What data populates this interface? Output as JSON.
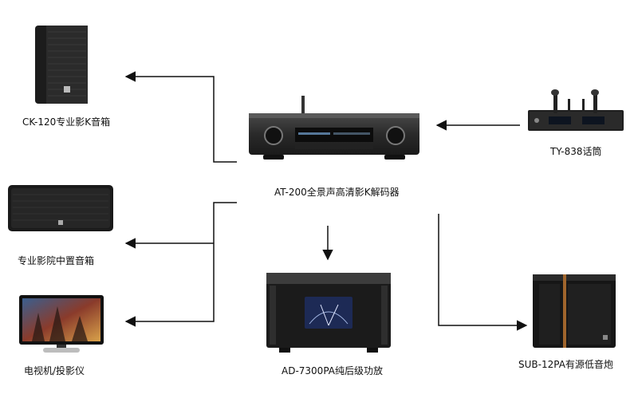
{
  "devices": {
    "speaker_ck120": {
      "label": "CK-120专业影K音箱",
      "icon": "tall-speaker-icon"
    },
    "center_speaker": {
      "label": "专业影院中置音箱",
      "icon": "center-speaker-icon"
    },
    "tv_projector": {
      "label": "电视机/投影仪",
      "icon": "television-icon"
    },
    "decoder_at200": {
      "label": "AT-200全景声高清影K解码器",
      "icon": "av-decoder-icon"
    },
    "mic_ty838": {
      "label": "TY-838话筒",
      "icon": "wireless-microphone-receiver-icon"
    },
    "amp_ad7300pa": {
      "label": "AD-7300PA纯后级功放",
      "icon": "power-amplifier-icon"
    },
    "sub_12pa": {
      "label": "SUB-12PA有源低音炮",
      "icon": "subwoofer-icon"
    }
  },
  "colors": {
    "line": "#111111",
    "device_dark": "#1b1b1b",
    "meter": "#1d2a55",
    "wood": "#a0652c"
  }
}
